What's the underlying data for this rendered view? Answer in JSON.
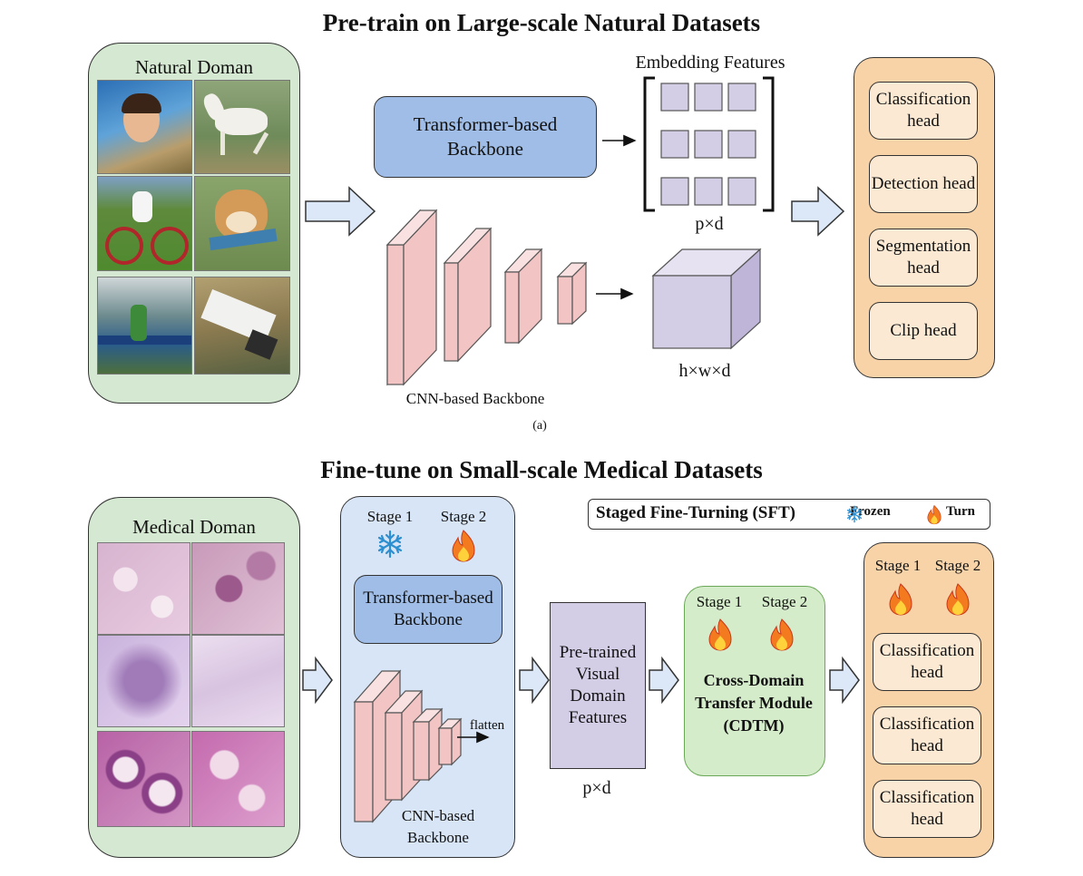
{
  "top": {
    "title": "Pre-train on Large-scale Natural Datasets",
    "natural_panel_title": "Natural Doman",
    "transformer_label": "Transformer-based Backbone",
    "embedding_label": "Embedding Features",
    "embedding_dims": "p×d",
    "cube_dims": "h×w×d",
    "cnn_label": "CNN-based Backbone",
    "heads": [
      "Classification head",
      "Detection head",
      "Segmentation head",
      "Clip head"
    ],
    "caption": "(a)"
  },
  "bottom": {
    "title": "Fine-tune on Small-scale Medical Datasets",
    "medical_panel_title": "Medical Doman",
    "stage1": "Stage 1",
    "stage2": "Stage 2",
    "transformer_label": "Transformer-based Backbone",
    "flatten_label": "flatten",
    "cnn_label": "CNN-based Backbone",
    "features_label": "Pre-trained Visual Domain Features",
    "features_dims": "p×d",
    "cdtm_label": "Cross-Domain Transfer Module (CDTM)",
    "heads": [
      "Classification head",
      "Classification head",
      "Classification head"
    ],
    "legend": {
      "title": "Staged Fine-Turning (SFT)",
      "frozen": "Frozen",
      "turn": "Turn"
    }
  },
  "colors": {
    "green_panel": "#d5e8d1",
    "peach_panel": "#f9d3a8",
    "blue_panel": "#d8e5f6",
    "backbone_blue": "#9fbde6",
    "cnn_pink": "#f2c4c4",
    "feature_purple": "#d4cde6",
    "arrow_fill": "#dce8f7"
  }
}
